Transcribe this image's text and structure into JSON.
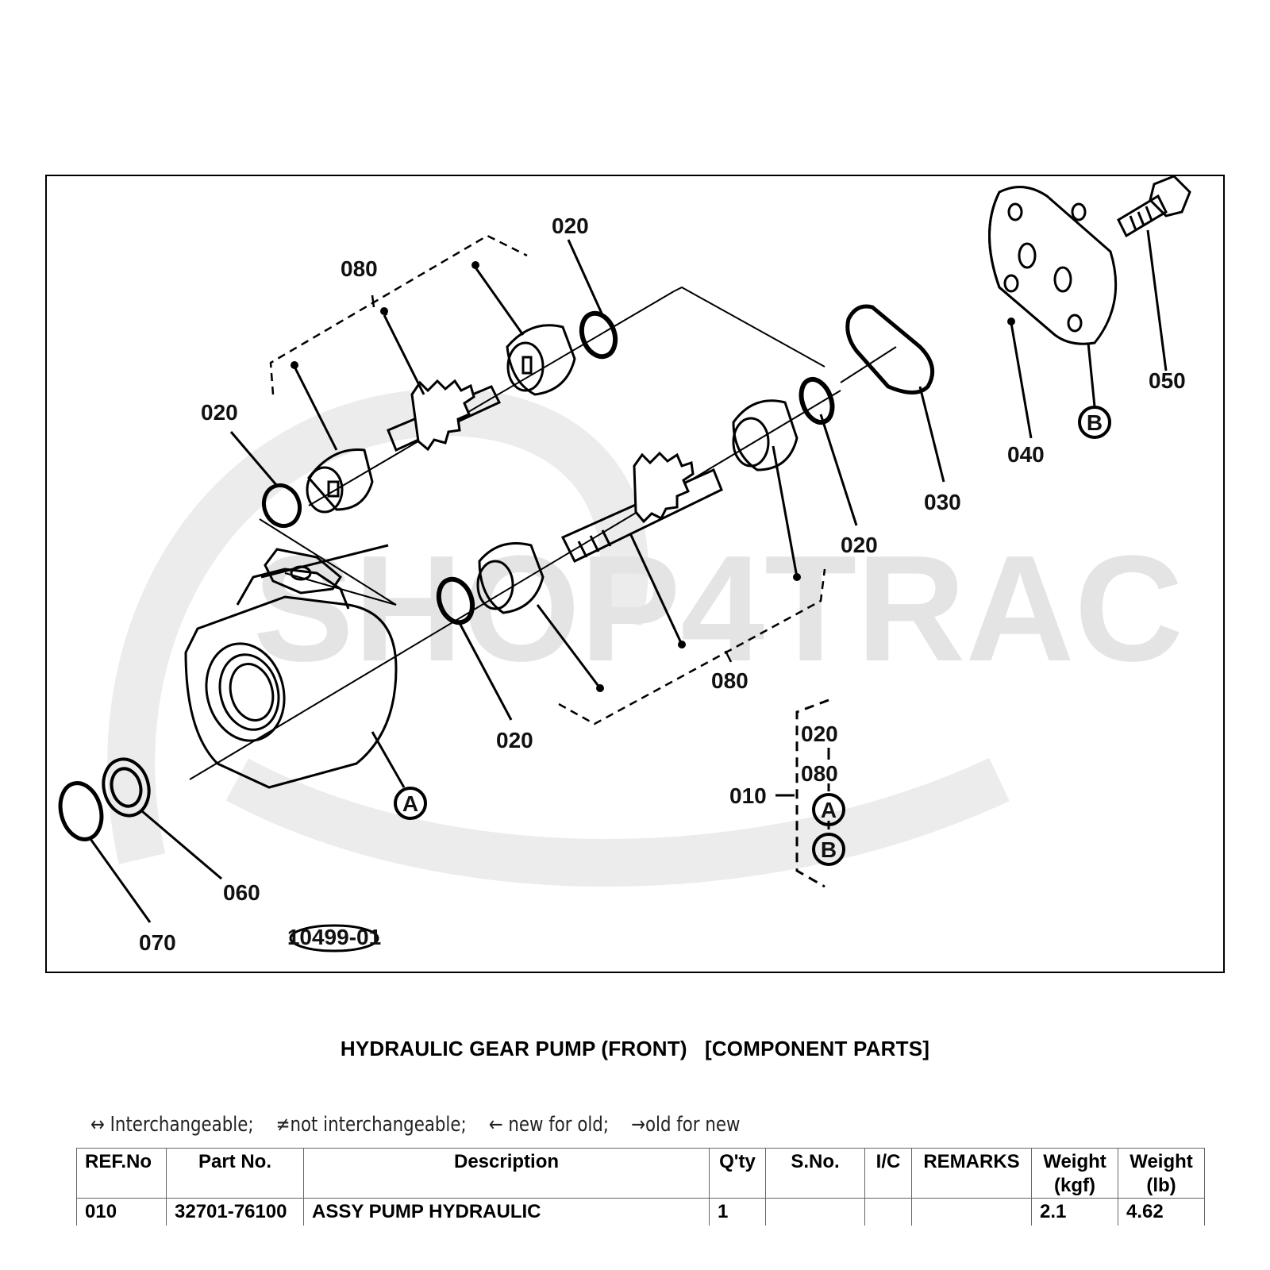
{
  "diagram": {
    "watermark": "SHOP4TRAC",
    "callouts": {
      "c080_top": "080",
      "c020_top": "020",
      "c020_left": "020",
      "c050": "050",
      "c040": "040",
      "c030": "030",
      "c020_right": "020",
      "c080_bottom": "080",
      "c020_mid": "020",
      "c060": "060",
      "c070": "070",
      "c010": "010",
      "key_020": "020",
      "key_080": "080",
      "marker_a": "A",
      "marker_b": "B",
      "key_a": "A",
      "key_b": "B"
    },
    "drawing_number": "10499-01"
  },
  "title": "HYDRAULIC GEAR PUMP (FRONT)   [COMPONENT PARTS]",
  "legend": [
    "↔ Interchangeable;",
    "≠not interchangeable;",
    "← new for old;",
    "→old for new"
  ],
  "table": {
    "headers": {
      "ref": "REF.No",
      "part": "Part No.",
      "desc": "Description",
      "qty": "Q'ty",
      "sno": "S.No.",
      "ic": "I/C",
      "remarks": "REMARKS",
      "weight_kgf_1": "Weight",
      "weight_kgf_2": "(kgf)",
      "weight_lb_1": "Weight",
      "weight_lb_2": "(lb)"
    },
    "rows": [
      {
        "ref": "010",
        "part": "32701-76100",
        "desc": "ASSY PUMP HYDRAULIC",
        "qty": "1",
        "sno": "",
        "ic": "",
        "remarks": "",
        "weight_kgf": "2.1",
        "weight_lb": "4.62"
      }
    ]
  }
}
